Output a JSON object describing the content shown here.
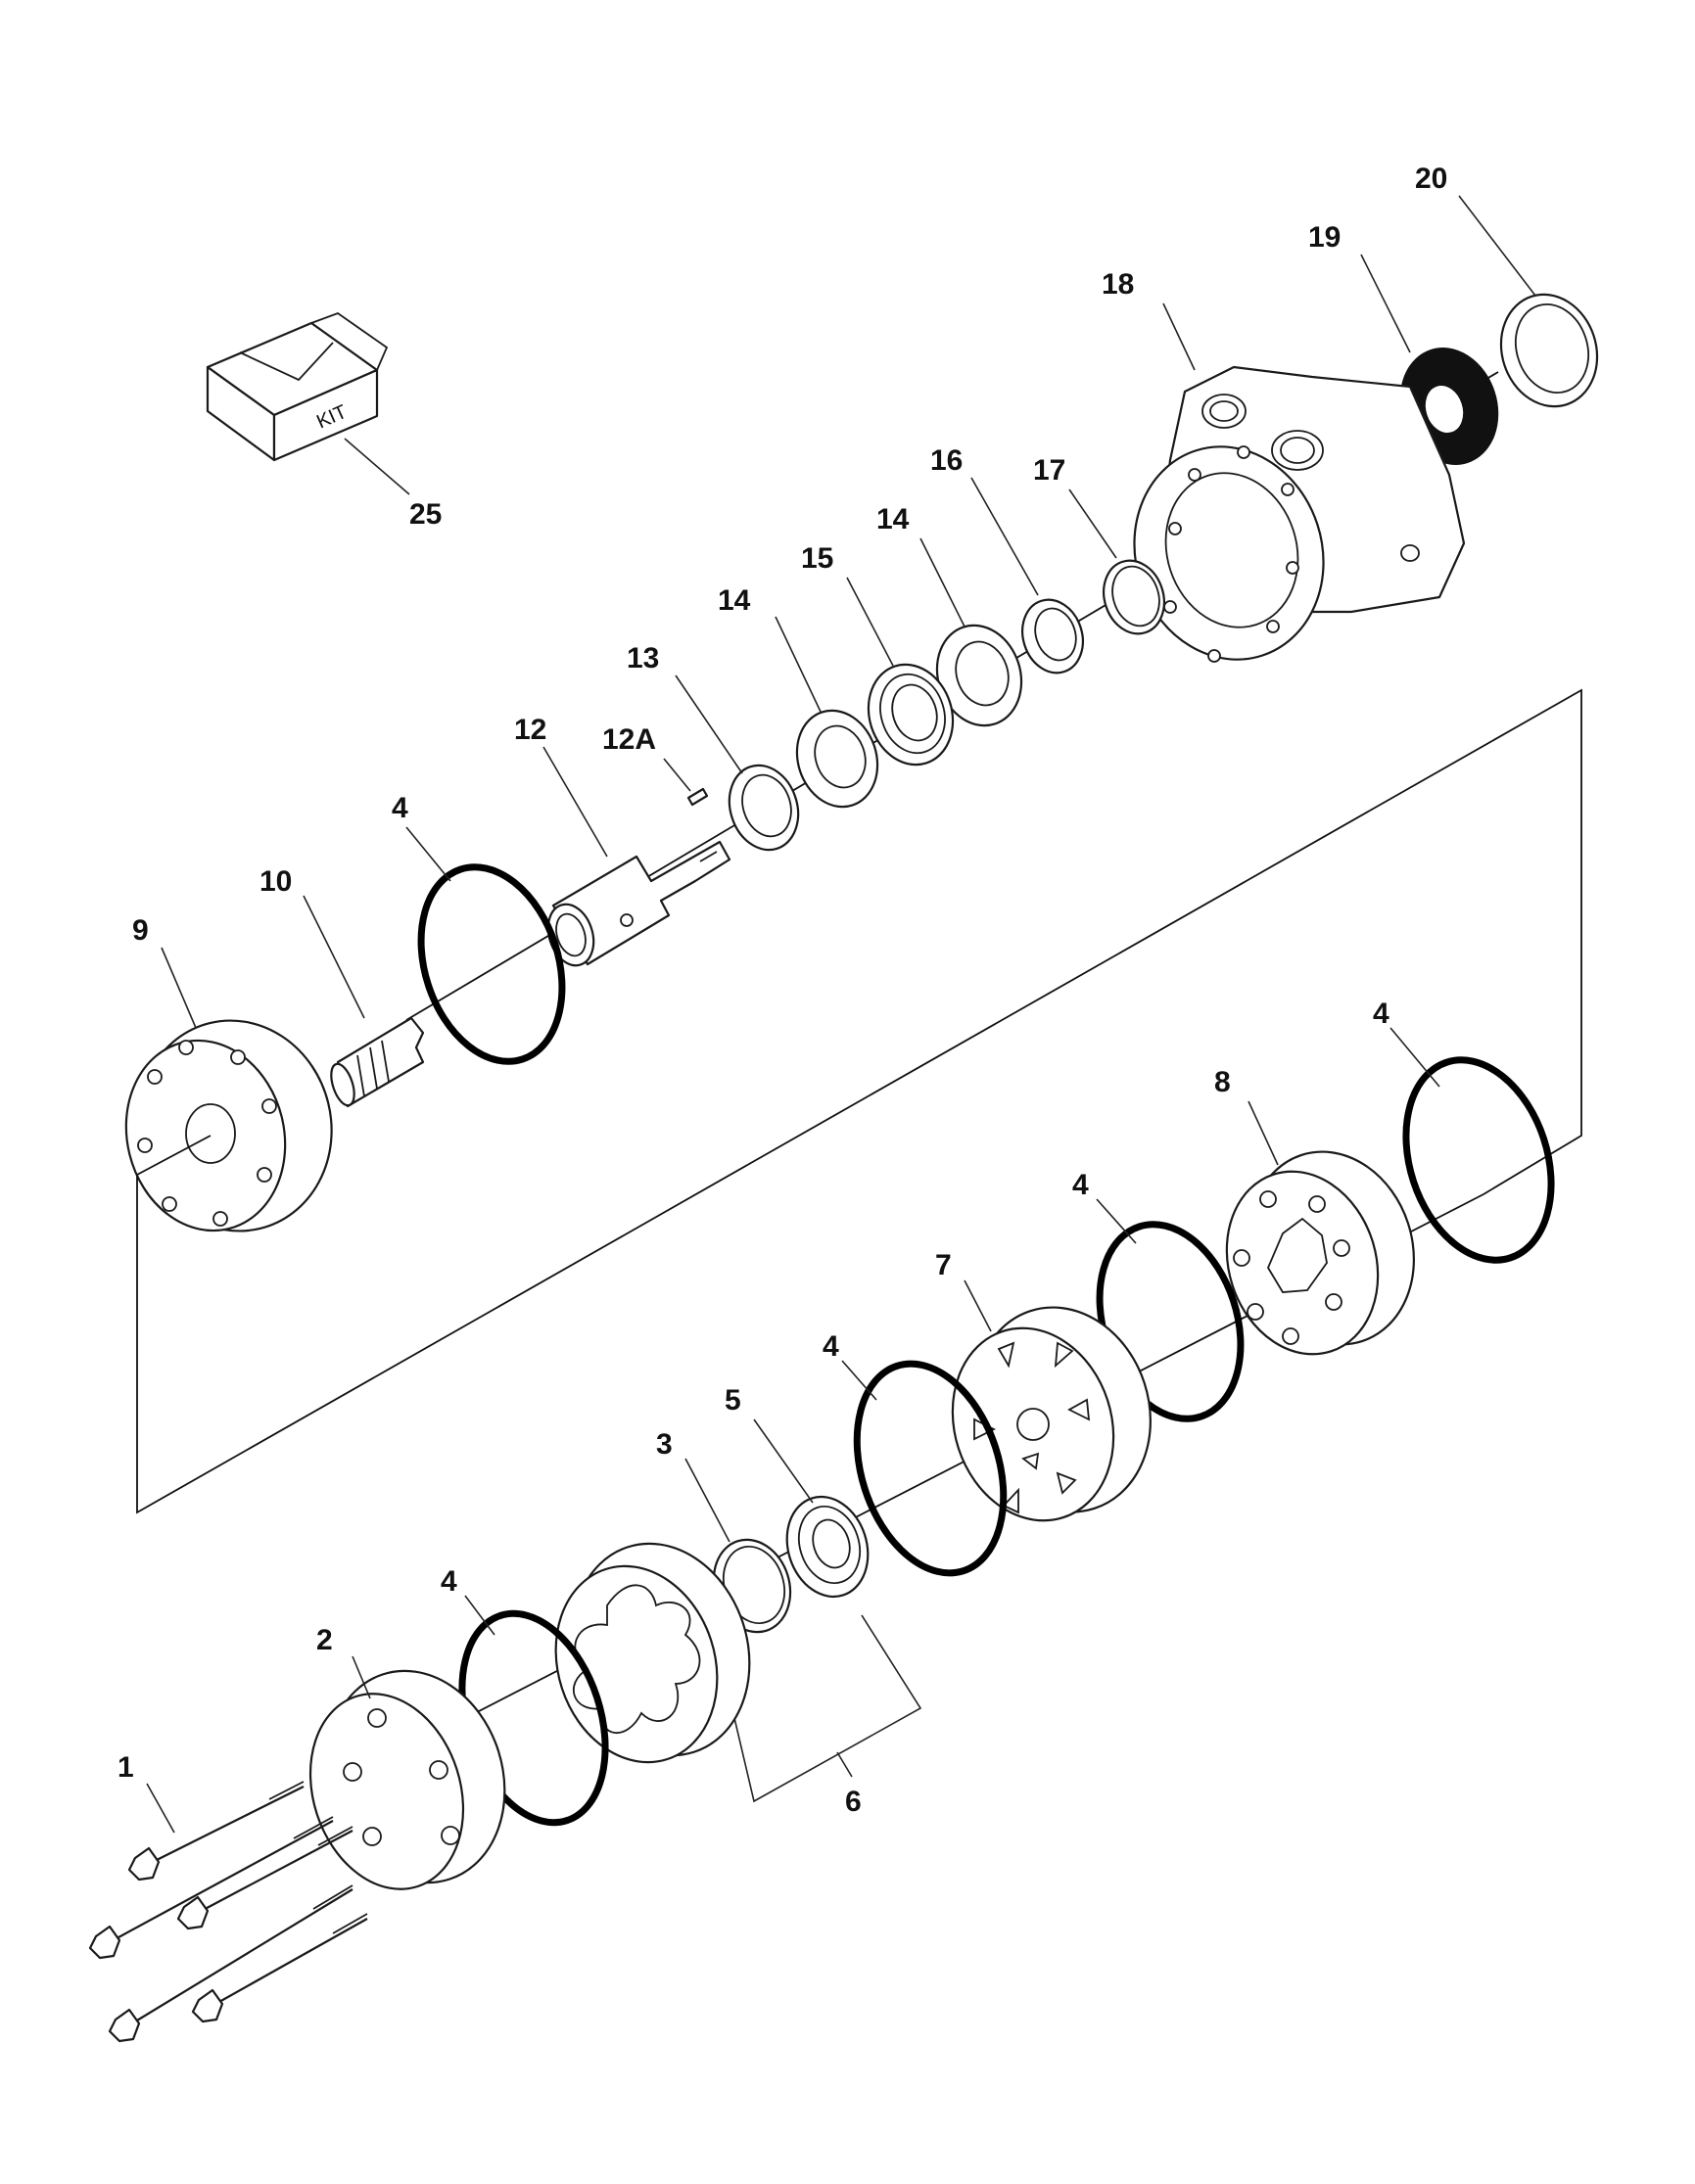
{
  "callouts": {
    "c1": "1",
    "c2": "2",
    "c3": "3",
    "c4a": "4",
    "c4b": "4",
    "c4c": "4",
    "c4d": "4",
    "c4e": "4",
    "c5": "5",
    "c6": "6",
    "c7": "7",
    "c8": "8",
    "c9": "9",
    "c10": "10",
    "c12": "12",
    "c12a": "12A",
    "c13": "13",
    "c14a": "14",
    "c14b": "14",
    "c15": "15",
    "c16": "16",
    "c17": "17",
    "c18": "18",
    "c19": "19",
    "c20": "20",
    "c25": "25"
  },
  "kit_box": {
    "label": "KIT"
  }
}
